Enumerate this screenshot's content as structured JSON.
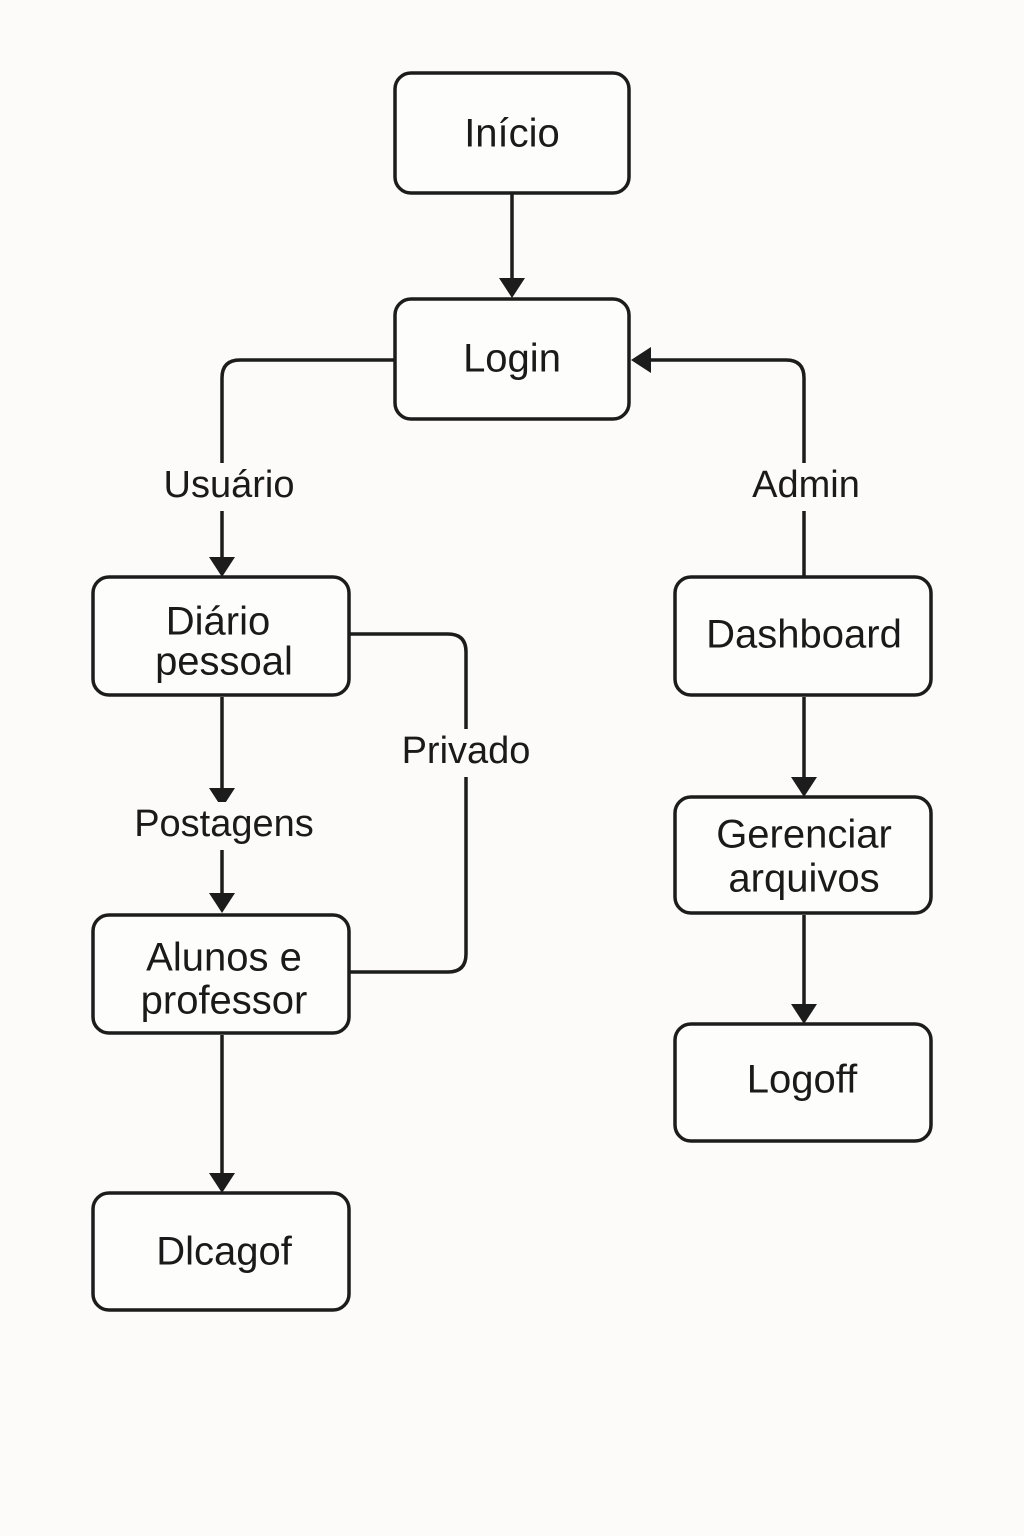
{
  "nodes": {
    "inicio": {
      "lines": [
        "Início"
      ]
    },
    "login": {
      "lines": [
        "Login"
      ]
    },
    "diario": {
      "lines": [
        "Diário",
        "pessoal"
      ]
    },
    "alunos": {
      "lines": [
        "Alunos e",
        "professor"
      ]
    },
    "blogoff": {
      "lines": [
        "Dlcagof"
      ]
    },
    "dashboard": {
      "lines": [
        "Dashboard"
      ]
    },
    "gerenciar": {
      "lines": [
        "Gerenciar",
        "arquivos"
      ]
    },
    "logoff": {
      "lines": [
        "Logoff"
      ]
    }
  },
  "edge_labels": {
    "usuario": "Usuário",
    "admin": "Admin",
    "privado": "Privado",
    "postagens": "Postagens"
  },
  "colors": {
    "stroke": "#1c1c1c",
    "text": "#1a1a1a",
    "background": "#fcfbf9"
  }
}
